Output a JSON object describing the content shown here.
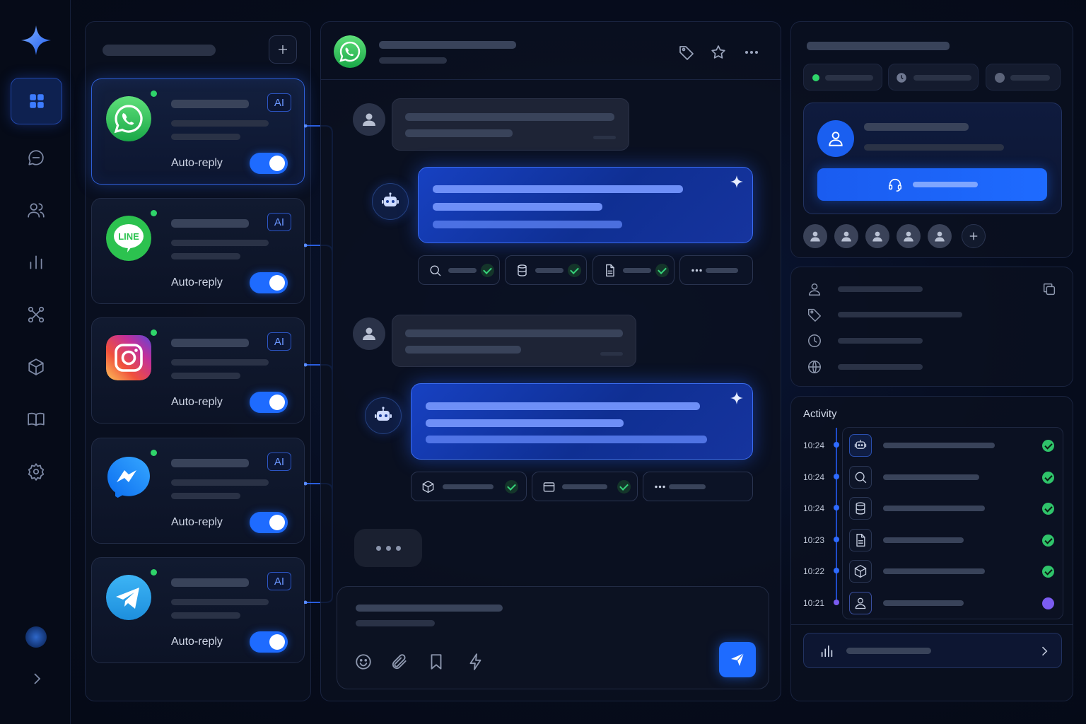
{
  "channels": [
    {
      "name": "WhatsApp",
      "badge": "AI",
      "auto_reply_label": "Auto-reply",
      "auto_reply_on": true,
      "active": true,
      "icon": "whatsapp-icon"
    },
    {
      "name": "LINE",
      "badge": "AI",
      "auto_reply_label": "Auto-reply",
      "auto_reply_on": true,
      "active": false,
      "icon": "line-icon",
      "logo_text": "LINE"
    },
    {
      "name": "Instagram",
      "badge": "AI",
      "auto_reply_label": "Auto-reply",
      "auto_reply_on": true,
      "active": false,
      "icon": "instagram-icon"
    },
    {
      "name": "Messenger",
      "badge": "AI",
      "auto_reply_label": "Auto-reply",
      "auto_reply_on": true,
      "active": false,
      "icon": "messenger-icon"
    },
    {
      "name": "Telegram",
      "badge": "AI",
      "auto_reply_label": "Auto-reply",
      "auto_reply_on": true,
      "active": false,
      "icon": "telegram-icon"
    }
  ],
  "activity": {
    "title": "Activity",
    "items": [
      {
        "time": "10:24",
        "icon": "robot-icon",
        "status": "done"
      },
      {
        "time": "10:24",
        "icon": "search-icon",
        "status": "done"
      },
      {
        "time": "10:24",
        "icon": "database-icon",
        "status": "done"
      },
      {
        "time": "10:23",
        "icon": "document-icon",
        "status": "done"
      },
      {
        "time": "10:22",
        "icon": "cube-icon",
        "status": "done"
      },
      {
        "time": "10:21",
        "icon": "user-icon",
        "status": "pending"
      }
    ]
  },
  "colors": {
    "accent": "#1e6bff",
    "online": "#2fd46a",
    "success": "#2fc36a",
    "pending": "#7b5cf0",
    "background": "#050b18"
  }
}
